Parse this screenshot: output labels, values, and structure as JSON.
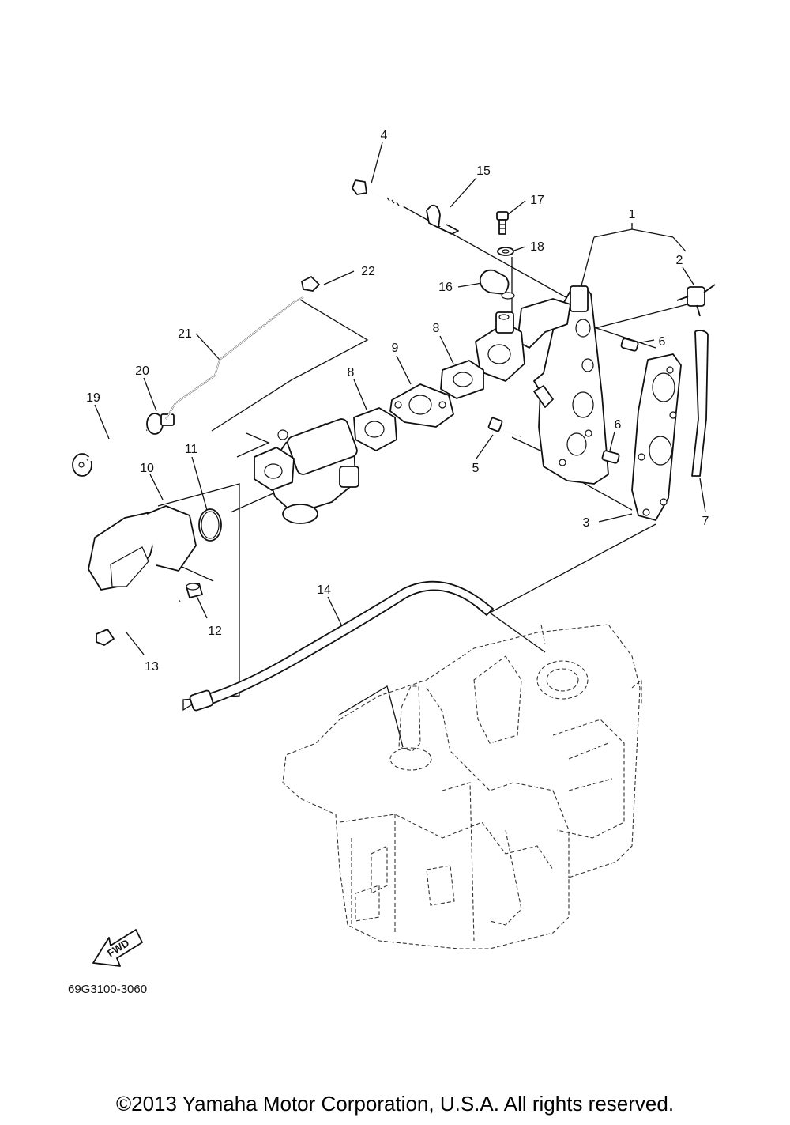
{
  "diagram": {
    "callouts": [
      "1",
      "2",
      "3",
      "4",
      "5",
      "6",
      "6",
      "7",
      "8",
      "8",
      "9",
      "10",
      "11",
      "12",
      "13",
      "14",
      "15",
      "16",
      "17",
      "18",
      "19",
      "20",
      "21",
      "22"
    ],
    "figure_code": "69G3100-3060",
    "direction_label": "FWD",
    "copyright": "©2013 Yamaha Motor Corporation, U.S.A. All rights reserved."
  }
}
